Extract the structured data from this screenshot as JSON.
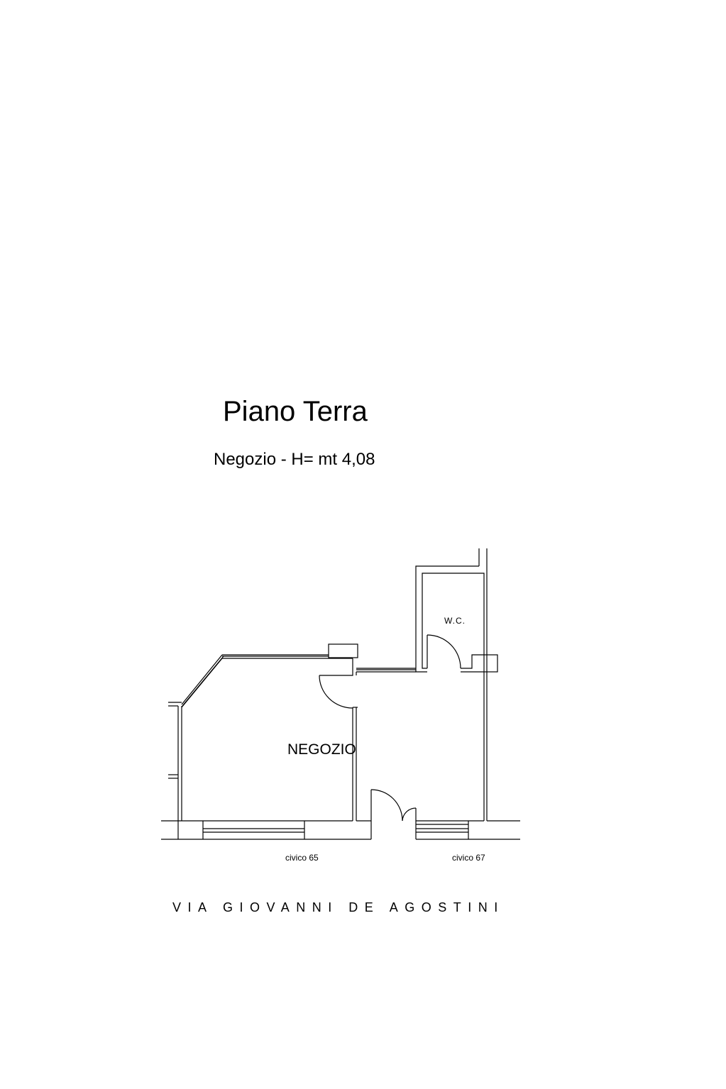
{
  "header": {
    "title": "Piano Terra",
    "subtitle": "Negozio - H= mt 4,08"
  },
  "plan": {
    "rooms": [
      {
        "label": "NEGOZIO"
      },
      {
        "label": "W.C."
      }
    ],
    "entrances": [
      {
        "label": "civico 65"
      },
      {
        "label": "civico 67"
      }
    ],
    "street": "VIA GIOVANNI DE AGOSTINI"
  }
}
